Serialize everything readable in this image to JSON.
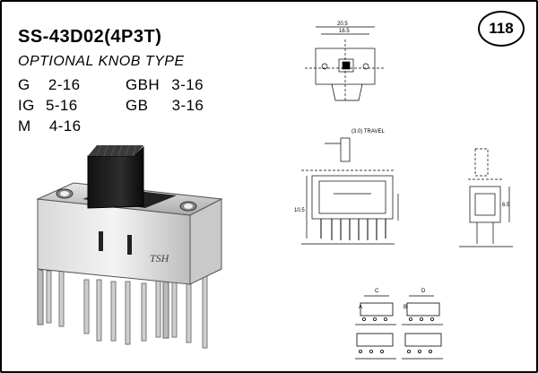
{
  "header": {
    "model": "SS-43D02(4P3T)",
    "subtitle": "OPTIONAL KNOB TYPE",
    "page_number": "118"
  },
  "knob_types": [
    {
      "code": "G",
      "size": "2-16"
    },
    {
      "code": "IG",
      "size": "5-16"
    },
    {
      "code": "M",
      "size": "4-16"
    },
    {
      "code": "GBH",
      "size": "3-16"
    },
    {
      "code": "GB",
      "size": "3-16"
    }
  ],
  "product_photo": {
    "brand_mark": "TSH"
  },
  "drawing_labels": {
    "top_dim_a": "20.5",
    "top_dim_b": "16.5",
    "travel": "(3.0) TRAVEL",
    "height_dim": "10.5",
    "side_dim": "6.5"
  },
  "schematic": {
    "label_a": "A",
    "label_b": "B",
    "label_c": "C",
    "label_d": "D"
  }
}
